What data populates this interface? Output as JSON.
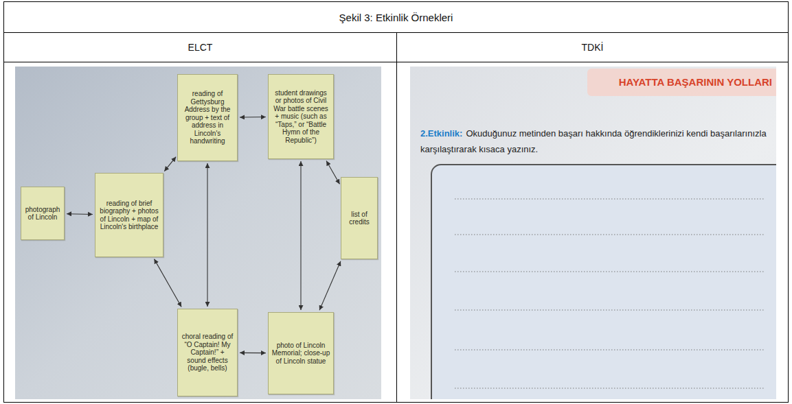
{
  "diagram": {
    "title": "Şekil 3: Etkinlik Örnekleri",
    "nodes": [
      {
        "text": [
          "photograph of Lincoln"
        ]
      },
      {
        "text": [
          "reading of brief biography + photos of Lincoln + map of Lincoln's birthplace"
        ]
      },
      {
        "text": [
          "reading of Gettysburg Address by the group + text of address in Lincoln's handwriting"
        ]
      },
      {
        "text": [
          "student drawings or photos of Civil War battle scenes + music (such as “Taps,” or “Battle Hymn of the Republic”)"
        ]
      },
      {
        "text": [
          "list of credits"
        ]
      },
      {
        "text": [
          "choral reading of “O Captain! My Captain!” + sound effects (bugle, bells)"
        ]
      },
      {
        "text": [
          "photo of Lincoln Memorial; close-up of Lincoln statue"
        ]
      }
    ],
    "edges": [
      {
        "from": 0,
        "to": 1,
        "arrow": "both"
      },
      {
        "from": 1,
        "to": 2,
        "arrow": "both"
      },
      {
        "from": 2,
        "to": 3,
        "arrow": "both"
      },
      {
        "from": 3,
        "to": 4,
        "arrow": "both"
      },
      {
        "from": 1,
        "to": 5,
        "arrow": "both"
      },
      {
        "from": 5,
        "to": 6,
        "arrow": "both"
      },
      {
        "from": 6,
        "to": 4,
        "arrow": "both"
      },
      {
        "from": 2,
        "to": 5,
        "arrow": "both"
      },
      {
        "from": 3,
        "to": 6,
        "arrow": "both"
      }
    ],
    "labels": [
      "ELCT",
      "TDKİ",
      "HAYATTA BAŞARININ YOLLARI",
      "2.Etkinlik:",
      "Okuduğunuz metinden başarı hakkında öğrendiklerinizi kendi başarılarınızla karşılaştırarak kısaca yazınız."
    ]
  }
}
